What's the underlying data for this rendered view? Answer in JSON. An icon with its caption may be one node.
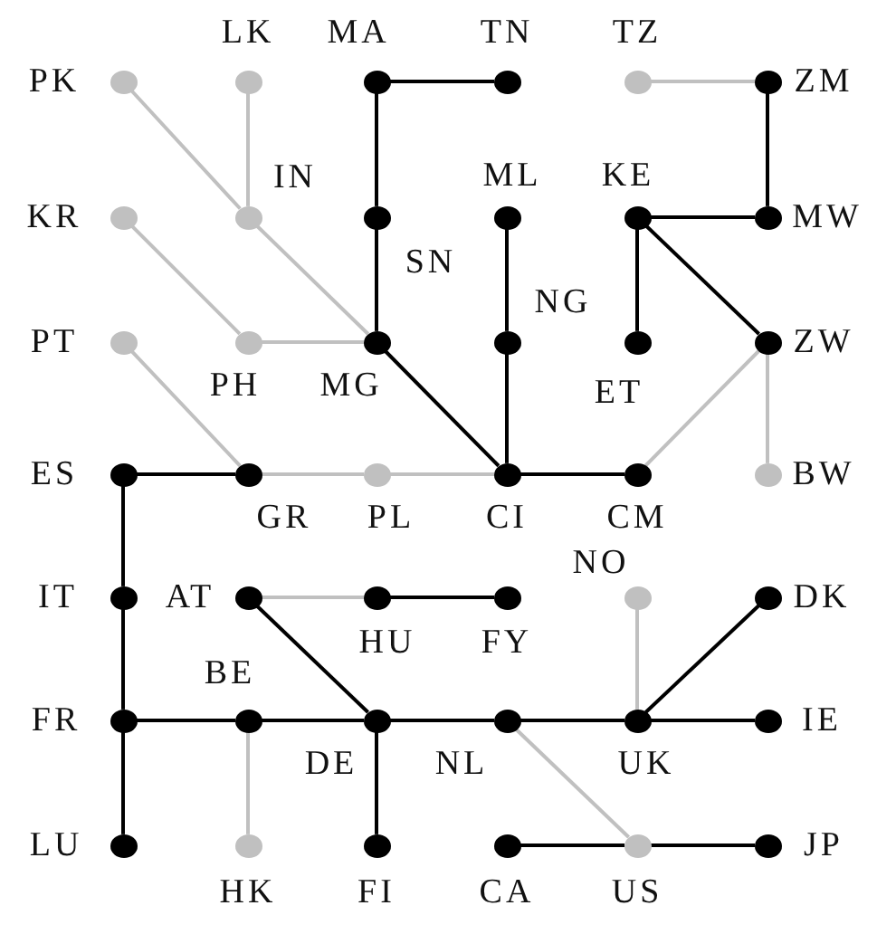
{
  "diagram": {
    "nodes": [
      {
        "text": [
          "PK"
        ]
      },
      {
        "text": [
          "LK"
        ]
      },
      {
        "text": [
          "MA"
        ]
      },
      {
        "text": [
          "TN"
        ]
      },
      {
        "text": [
          "TZ"
        ]
      },
      {
        "text": [
          "ZM"
        ]
      },
      {
        "text": [
          "KR"
        ]
      },
      {
        "text": [
          "IN"
        ]
      },
      {
        "text": [
          "SN"
        ]
      },
      {
        "text": [
          "ML"
        ]
      },
      {
        "text": [
          "KE"
        ]
      },
      {
        "text": [
          "MW"
        ]
      },
      {
        "text": [
          "PT"
        ]
      },
      {
        "text": [
          "PH"
        ]
      },
      {
        "text": [
          "MG"
        ]
      },
      {
        "text": [
          "NG"
        ]
      },
      {
        "text": [
          "ET"
        ]
      },
      {
        "text": [
          "ZW"
        ]
      },
      {
        "text": [
          "ES"
        ]
      },
      {
        "text": [
          "GR"
        ]
      },
      {
        "text": [
          "PL"
        ]
      },
      {
        "text": [
          "CI"
        ]
      },
      {
        "text": [
          "CM"
        ]
      },
      {
        "text": [
          "BW"
        ]
      },
      {
        "text": [
          "IT"
        ]
      },
      {
        "text": [
          "AT"
        ]
      },
      {
        "text": [
          "HU"
        ]
      },
      {
        "text": [
          "FY"
        ]
      },
      {
        "text": [
          "NO"
        ]
      },
      {
        "text": [
          "DK"
        ]
      },
      {
        "text": [
          "FR"
        ]
      },
      {
        "text": [
          "BE"
        ]
      },
      {
        "text": [
          "DE"
        ]
      },
      {
        "text": [
          "NL"
        ]
      },
      {
        "text": [
          "UK"
        ]
      },
      {
        "text": [
          "IE"
        ]
      },
      {
        "text": [
          "LU"
        ]
      },
      {
        "text": [
          "HK"
        ]
      },
      {
        "text": [
          "FI"
        ]
      },
      {
        "text": [
          "CA"
        ]
      },
      {
        "text": [
          "US"
        ]
      },
      {
        "text": [
          "JP"
        ]
      }
    ],
    "edges": [
      {
        "from": 2,
        "to": 3,
        "arrow": "none"
      },
      {
        "from": 2,
        "to": 8,
        "arrow": "none"
      },
      {
        "from": 8,
        "to": 14,
        "arrow": "none"
      },
      {
        "from": 14,
        "to": 21,
        "arrow": "none"
      },
      {
        "from": 9,
        "to": 15,
        "arrow": "none"
      },
      {
        "from": 15,
        "to": 21,
        "arrow": "none"
      },
      {
        "from": 5,
        "to": 11,
        "arrow": "none"
      },
      {
        "from": 10,
        "to": 11,
        "arrow": "none"
      },
      {
        "from": 10,
        "to": 16,
        "arrow": "none"
      },
      {
        "from": 10,
        "to": 17,
        "arrow": "none"
      },
      {
        "from": 21,
        "to": 22,
        "arrow": "none"
      },
      {
        "from": 18,
        "to": 19,
        "arrow": "none"
      },
      {
        "from": 18,
        "to": 24,
        "arrow": "none"
      },
      {
        "from": 24,
        "to": 30,
        "arrow": "none"
      },
      {
        "from": 30,
        "to": 36,
        "arrow": "none"
      },
      {
        "from": 26,
        "to": 27,
        "arrow": "none"
      },
      {
        "from": 25,
        "to": 32,
        "arrow": "none"
      },
      {
        "from": 30,
        "to": 31,
        "arrow": "none"
      },
      {
        "from": 31,
        "to": 32,
        "arrow": "none"
      },
      {
        "from": 32,
        "to": 33,
        "arrow": "none"
      },
      {
        "from": 33,
        "to": 34,
        "arrow": "none"
      },
      {
        "from": 34,
        "to": 35,
        "arrow": "none"
      },
      {
        "from": 32,
        "to": 38,
        "arrow": "none"
      },
      {
        "from": 34,
        "to": 29,
        "arrow": "none"
      },
      {
        "from": 39,
        "to": 40,
        "arrow": "none"
      },
      {
        "from": 40,
        "to": 41,
        "arrow": "none"
      },
      {
        "from": 0,
        "to": 7,
        "arrow": "none",
        "color": "#c0c0c0"
      },
      {
        "from": 1,
        "to": 7,
        "arrow": "none",
        "color": "#c0c0c0"
      },
      {
        "from": 7,
        "to": 14,
        "arrow": "none",
        "color": "#c0c0c0"
      },
      {
        "from": 6,
        "to": 13,
        "arrow": "none",
        "color": "#c0c0c0"
      },
      {
        "from": 13,
        "to": 14,
        "arrow": "none",
        "color": "#c0c0c0"
      },
      {
        "from": 12,
        "to": 19,
        "arrow": "none",
        "color": "#c0c0c0"
      },
      {
        "from": 4,
        "to": 5,
        "arrow": "none",
        "color": "#c0c0c0"
      },
      {
        "from": 17,
        "to": 22,
        "arrow": "none",
        "color": "#c0c0c0"
      },
      {
        "from": 17,
        "to": 23,
        "arrow": "none",
        "color": "#c0c0c0"
      },
      {
        "from": 19,
        "to": 20,
        "arrow": "none",
        "color": "#c0c0c0"
      },
      {
        "from": 20,
        "to": 21,
        "arrow": "none",
        "color": "#c0c0c0"
      },
      {
        "from": 25,
        "to": 26,
        "arrow": "none",
        "color": "#c0c0c0"
      },
      {
        "from": 31,
        "to": 37,
        "arrow": "none",
        "color": "#c0c0c0"
      },
      {
        "from": 28,
        "to": 34,
        "arrow": "none",
        "color": "#c0c0c0"
      },
      {
        "from": 33,
        "to": 40,
        "arrow": "none",
        "color": "#c0c0c0"
      }
    ]
  }
}
